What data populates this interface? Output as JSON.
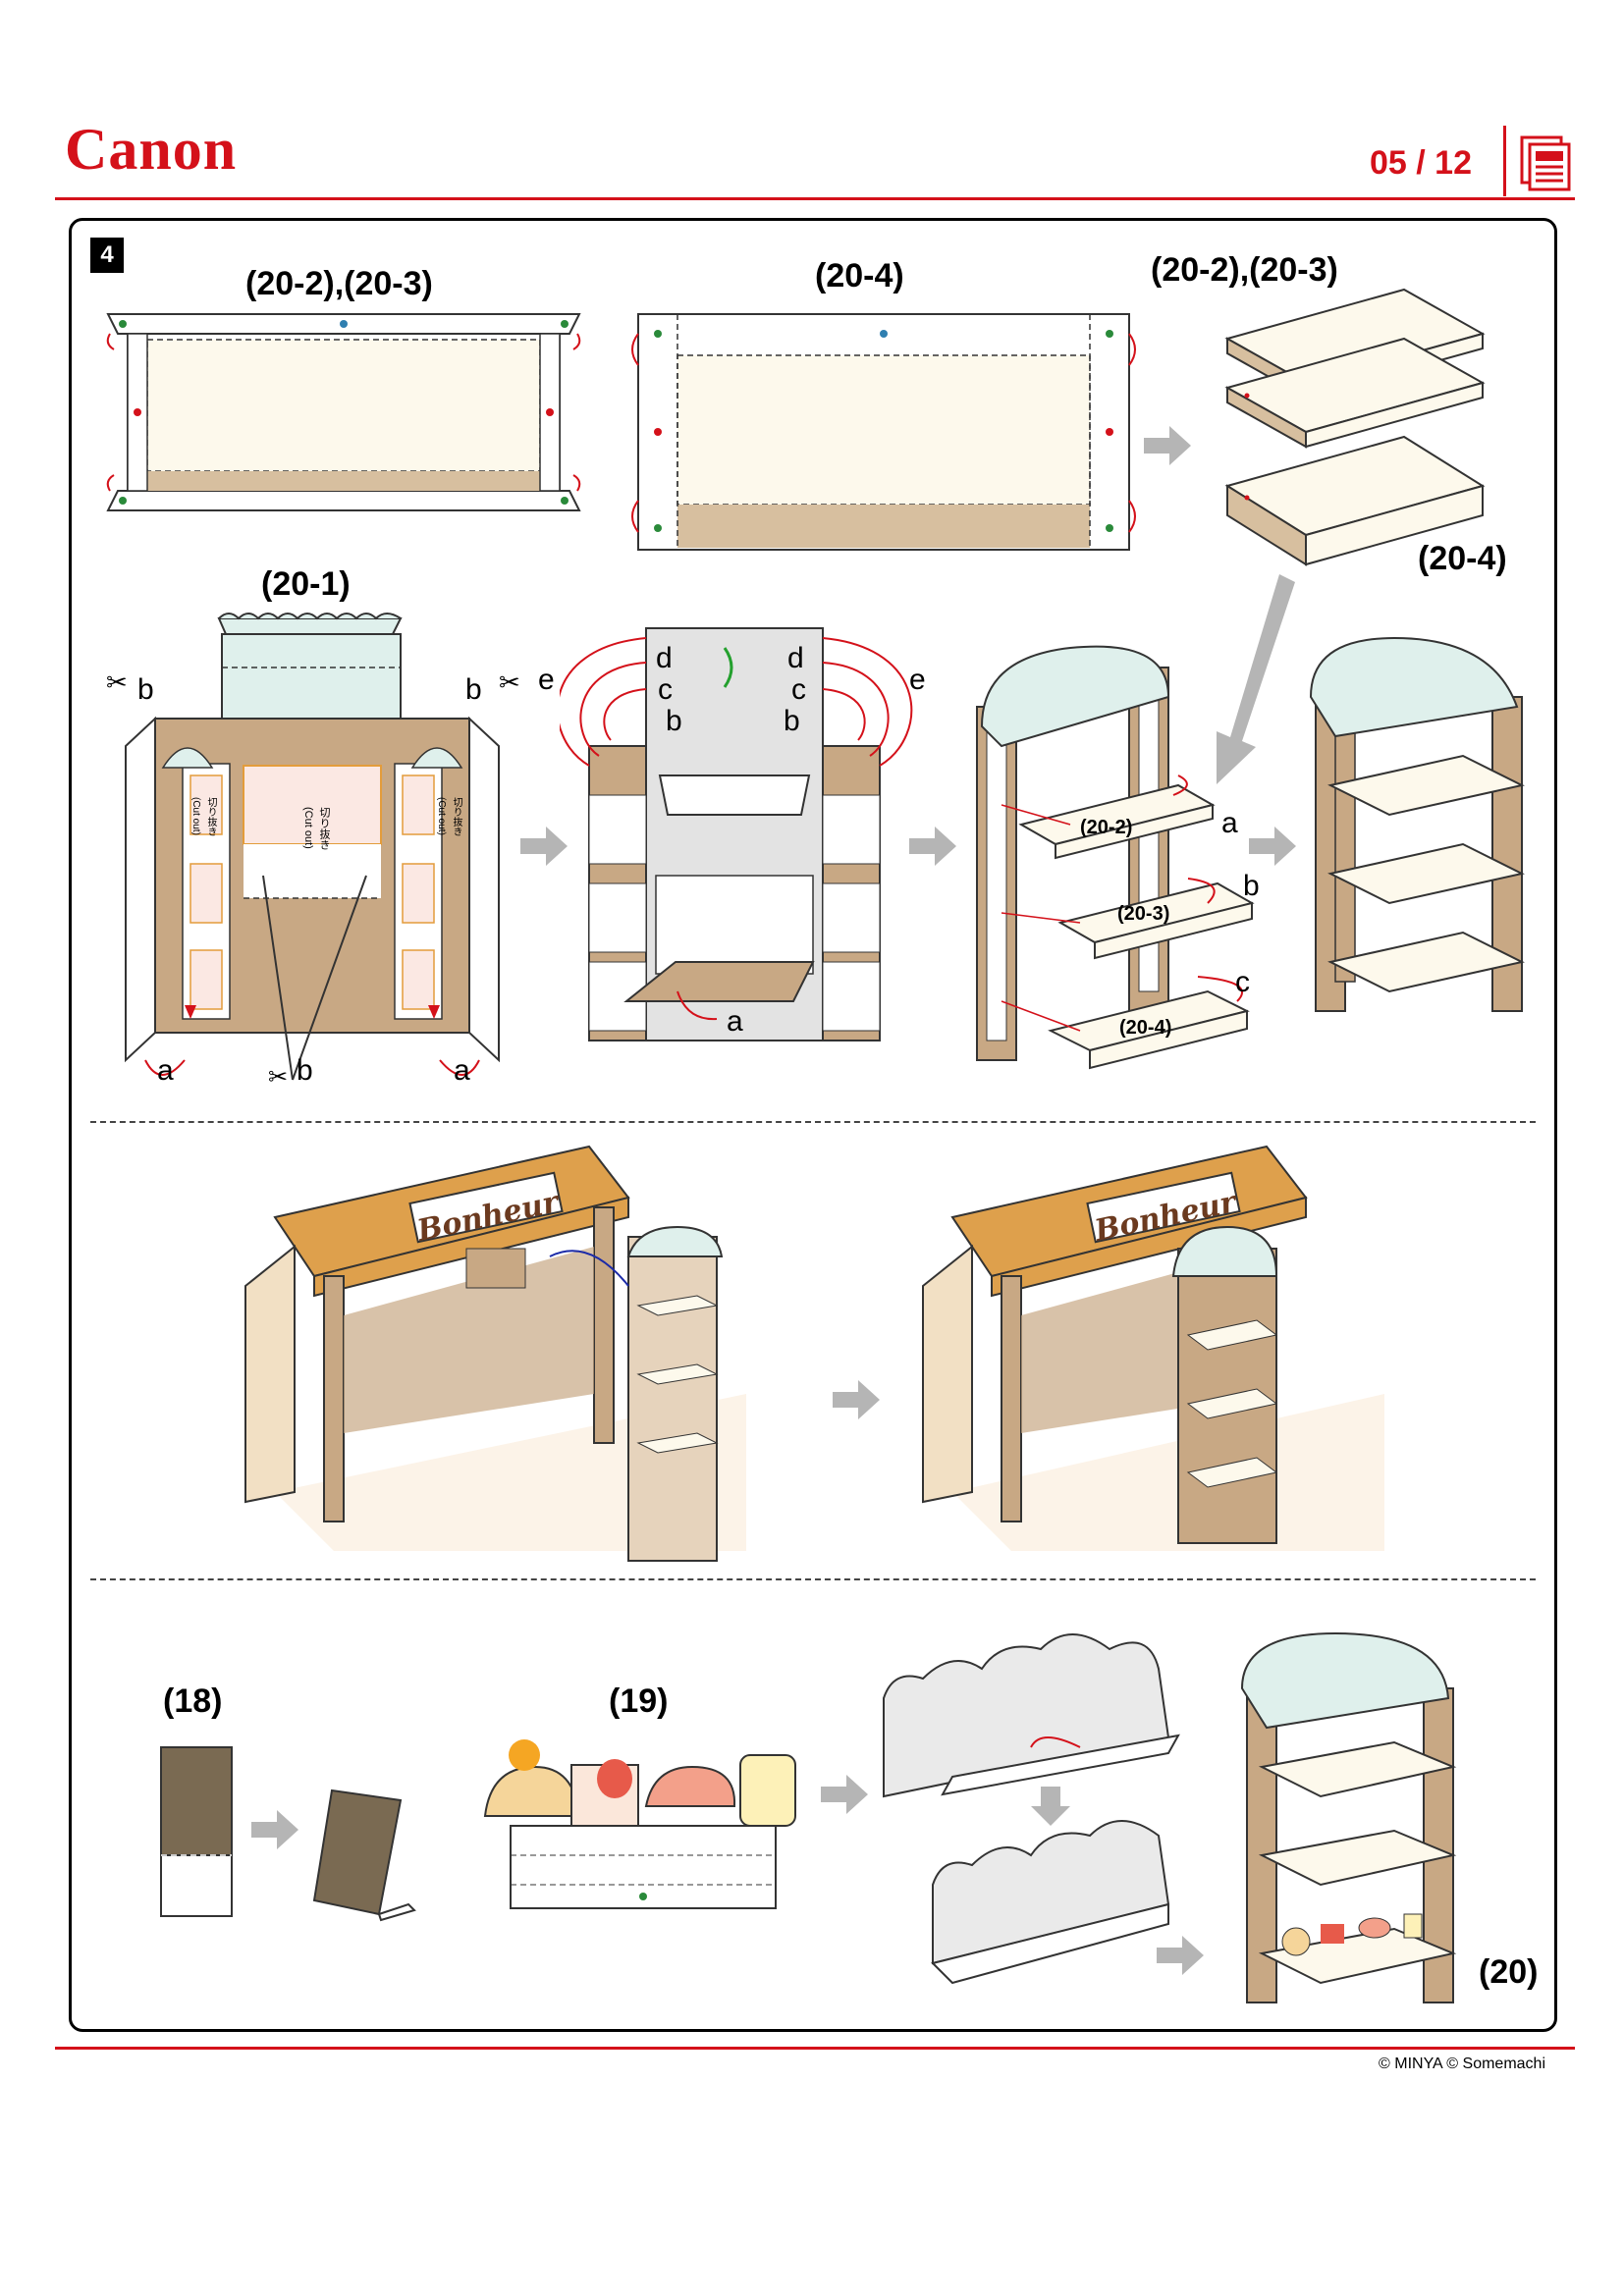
{
  "header": {
    "brand": "Canon",
    "page_indicator": "05 / 12",
    "brand_color": "#d4111a"
  },
  "step": {
    "number": "4"
  },
  "section1": {
    "label_a": "(20-2),(20-3)",
    "label_b": "(20-4)",
    "label_c": "(20-2),(20-3)",
    "label_d": "(20-4)",
    "label_e": "(20-1)",
    "cut_out": "(Cut out)",
    "cut_jp": "切り抜き",
    "shelf_1": "(20-2)",
    "shelf_2": "(20-3)",
    "shelf_3": "(20-4)",
    "letters": {
      "a": "a",
      "b": "b",
      "c": "c",
      "d": "d",
      "e": "e"
    }
  },
  "section2": {
    "sign_text": "Bonheur"
  },
  "section3": {
    "label_18": "(18)",
    "label_19": "(19)",
    "label_20": "(20)"
  },
  "footer": {
    "copyright": "© MINYA  © Somemachi"
  }
}
